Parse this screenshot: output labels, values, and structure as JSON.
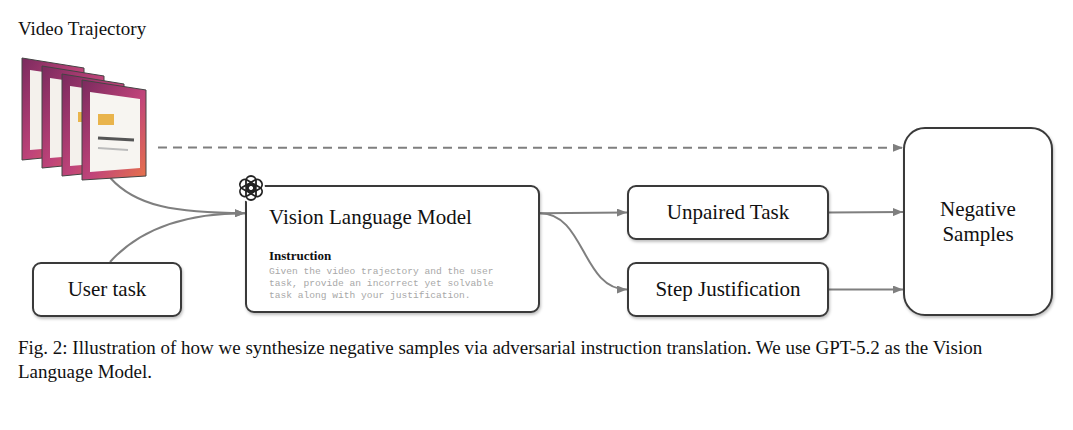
{
  "diagram": {
    "caption": "Fig. 2: Illustration of how we synthesize negative samples via adversarial instruction translation. We use GPT-5.2 as the Vision Language Model.",
    "nodes": [
      {
        "text": [
          "Video Trajectory"
        ]
      },
      {
        "text": [
          "User task"
        ]
      },
      {
        "text": [
          "Vision Language Model",
          "Instruction",
          "Given the video trajectory and the user task, provide an incorrect yet solvable task along with your justification."
        ]
      },
      {
        "text": [
          "Unpaired Task"
        ]
      },
      {
        "text": [
          "Step Justification"
        ]
      },
      {
        "text": [
          "Negative Samples"
        ]
      }
    ],
    "edges": [
      {
        "from": 0,
        "to": 2,
        "arrow": "to"
      },
      {
        "from": 1,
        "to": 2,
        "arrow": "to"
      },
      {
        "from": 2,
        "to": 3,
        "arrow": "to"
      },
      {
        "from": 2,
        "to": 4,
        "arrow": "to"
      },
      {
        "from": 3,
        "to": 5,
        "arrow": "to"
      },
      {
        "from": 4,
        "to": 5,
        "arrow": "to"
      },
      {
        "from": 0,
        "to": 5,
        "arrow": "to"
      }
    ]
  }
}
